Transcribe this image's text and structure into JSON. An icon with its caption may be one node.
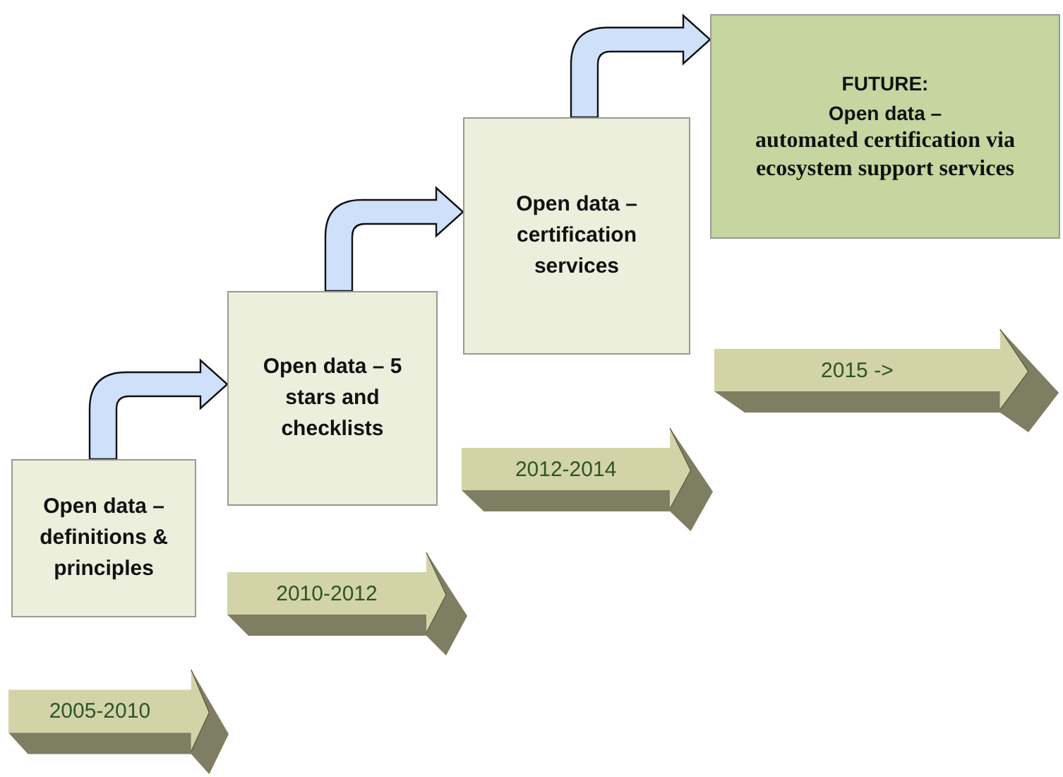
{
  "diagram": {
    "nodes": [
      {
        "text": [
          "Open data – definitions & principles"
        ]
      },
      {
        "text": [
          "Open data – 5 stars and checklists"
        ]
      },
      {
        "text": [
          "Open data – certification services"
        ]
      },
      {
        "text": [
          "FUTURE:",
          "Open data –",
          "automated certification via ecosystem support services"
        ]
      },
      {
        "text": [
          "2005-2010"
        ]
      },
      {
        "text": [
          "2010-2012"
        ]
      },
      {
        "text": [
          "2012-2014"
        ]
      },
      {
        "text": [
          "2015 ->"
        ]
      }
    ],
    "edges": [
      {
        "from": 0,
        "to": 1,
        "arrow": "to"
      },
      {
        "from": 1,
        "to": 2,
        "arrow": "to"
      },
      {
        "from": 2,
        "to": 3,
        "arrow": "to"
      }
    ]
  }
}
